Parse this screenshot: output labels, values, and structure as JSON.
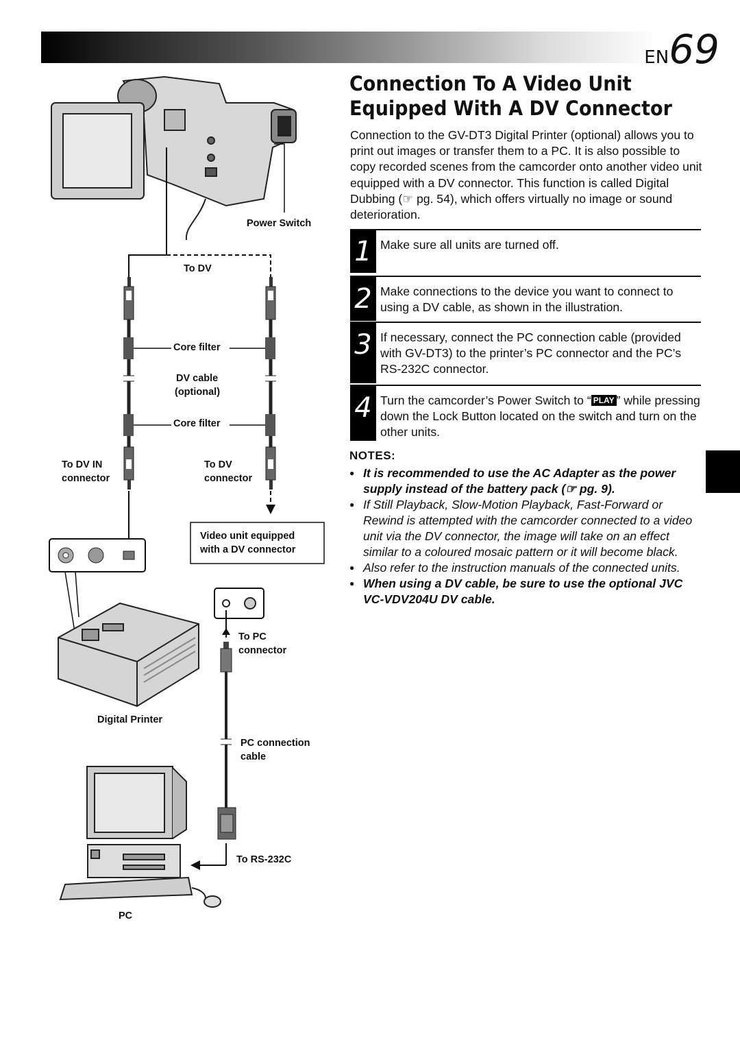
{
  "header": {
    "page_prefix": "EN",
    "page_number": "69"
  },
  "title": "Connection To A Video Unit Equipped With A DV Connector",
  "intro": "Connection to the GV-DT3 Digital Printer (optional) allows you to print out images or transfer them to a PC. It is also possible to copy recorded scenes from the camcorder onto another video unit equipped with a DV connector. This function is called Digital Dubbing (☞ pg. 54), which offers virtually no image or sound deterioration.",
  "steps": [
    {
      "num": "1",
      "text": "Make sure all units are turned off."
    },
    {
      "num": "2",
      "text": "Make connections to the device you want to connect to using a DV cable, as shown in the illustration."
    },
    {
      "num": "3",
      "text": "If necessary, connect the PC connection cable (provided with GV-DT3) to the printer’s PC connector and the PC’s RS-232C connector."
    },
    {
      "num": "4",
      "text_before": "Turn the camcorder’s Power Switch to “",
      "badge": "PLAY",
      "text_after": "” while pressing down the Lock Button located on the switch and turn on the other units."
    }
  ],
  "notes_heading": "NOTES:",
  "notes": [
    "It is recommended to use the AC Adapter as the power supply instead of the battery pack (☞ pg. 9).",
    "If Still Playback, Slow-Motion Playback, Fast-Forward or Rewind is attempted with the camcorder connected to a video unit via the DV connector, the image will take on an effect similar to a coloured mosaic pattern or it will become black.",
    "Also refer to the instruction manuals of the connected units.",
    "When using a DV cable, be sure to use the optional JVC VC-VDV204U DV cable."
  ],
  "diagram": {
    "power_switch": "Power Switch",
    "to_dv_top": "To DV",
    "core_filter_1": "Core filter",
    "dv_cable": "DV cable",
    "optional": "(optional)",
    "core_filter_2": "Core filter",
    "to_dv_in": "To DV IN",
    "to_dv_in_conn": "connector",
    "to_dv": "To DV",
    "to_dv_conn": "connector",
    "video_unit_1": "Video unit equipped",
    "video_unit_2": "with a DV connector",
    "to_pc": "To PC",
    "to_pc_conn": "connector",
    "digital_printer": "Digital Printer",
    "pc_connection": "PC connection",
    "cable": "cable",
    "to_rs232c": "To RS-232C",
    "pc": "PC"
  }
}
